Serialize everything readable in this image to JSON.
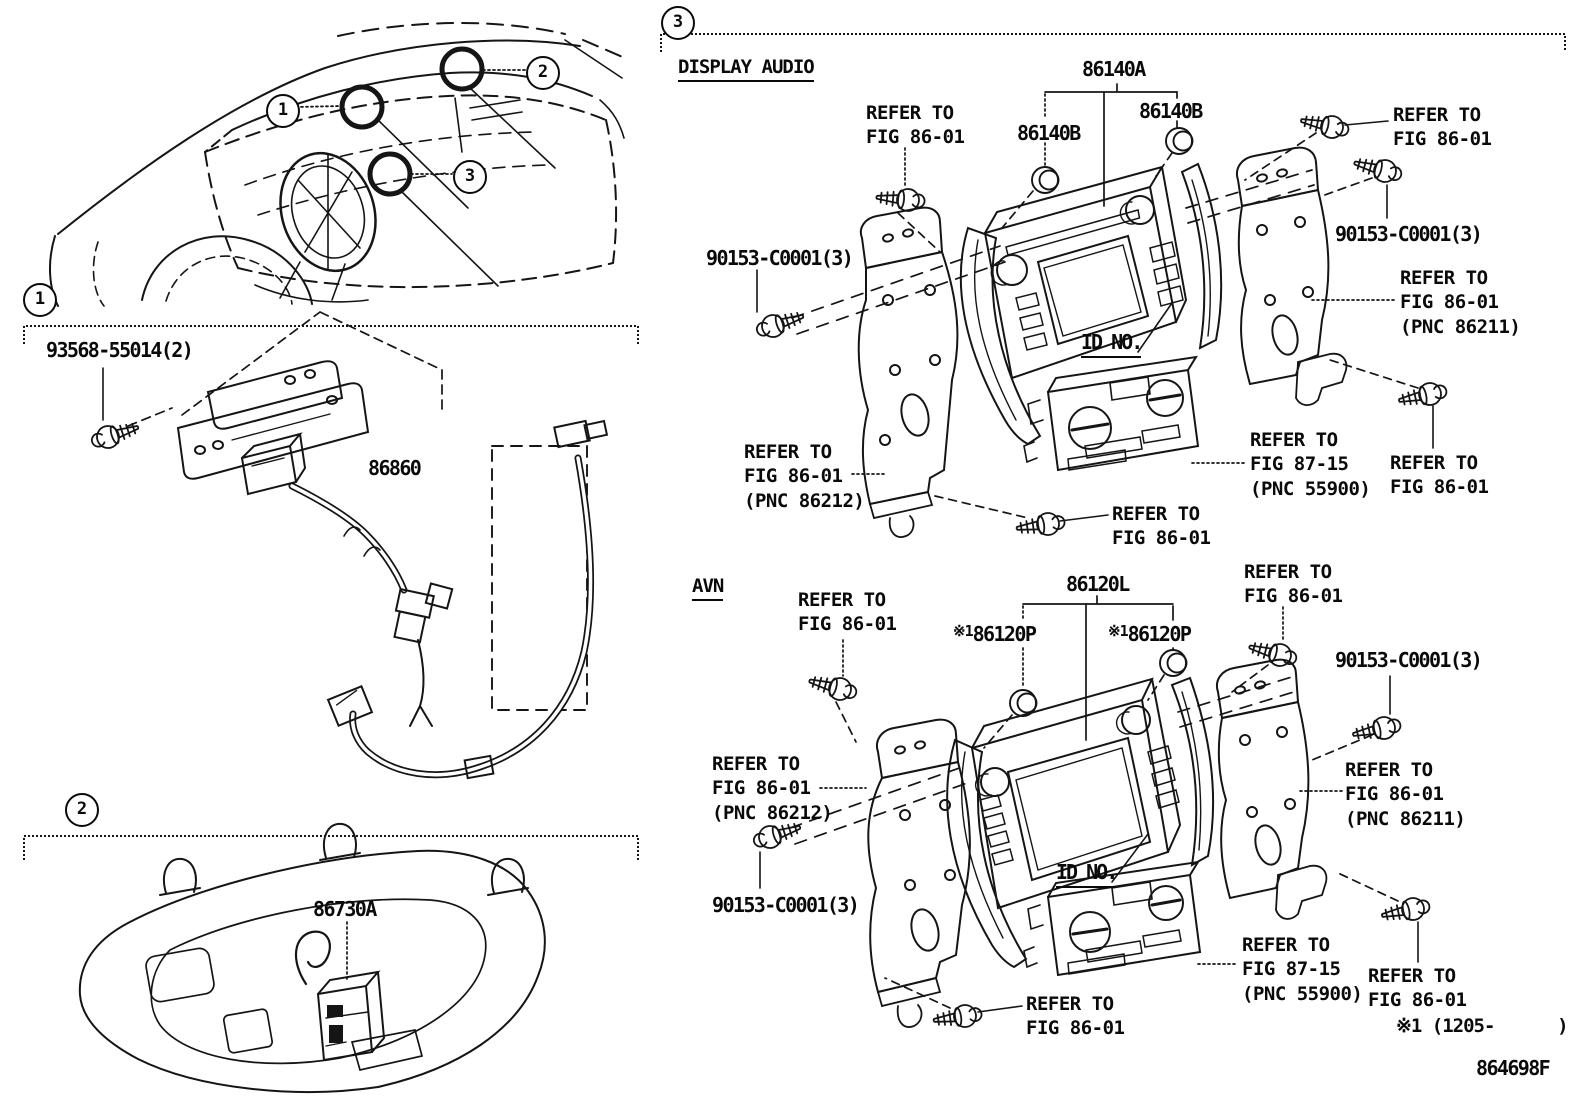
{
  "doc": {
    "figure_code": "864698F",
    "footnote": "※1 (1205-      )"
  },
  "markers": {
    "m1": "1",
    "m2": "2",
    "m3": "3"
  },
  "refs": {
    "fig8601": "REFER TO\nFIG 86-01",
    "fig8601_pnc86211": "REFER TO\nFIG 86-01\n(PNC 86211)",
    "fig8601_pnc86212": "REFER TO\nFIG 86-01\n(PNC 86212)",
    "fig8715_pnc55900": "REFER TO\nFIG 87-15\n(PNC 55900)"
  },
  "sections": {
    "s1": {
      "parts": {
        "screw": "93568-55014(2)",
        "antenna": "86860"
      }
    },
    "s2": {
      "parts": {
        "tuner": "86730A"
      }
    },
    "s3": {
      "display_audio": {
        "title": "DISPLAY AUDIO",
        "id_label": "ID NO.",
        "parts": {
          "receiver": "86140A",
          "knob_left": "86140B",
          "knob_right": "86140B",
          "screw_left": "90153-C0001(3)",
          "screw_right": "90153-C0001(3)"
        }
      },
      "avn": {
        "title": "AVN",
        "id_label": "ID NO.",
        "variant_mark": "※1",
        "parts": {
          "receiver": "86120L",
          "knob_left": "86120P",
          "knob_right": "86120P",
          "screw_left": "90153-C0001(3)",
          "screw_right": "90153-C0001(3)"
        }
      }
    }
  }
}
